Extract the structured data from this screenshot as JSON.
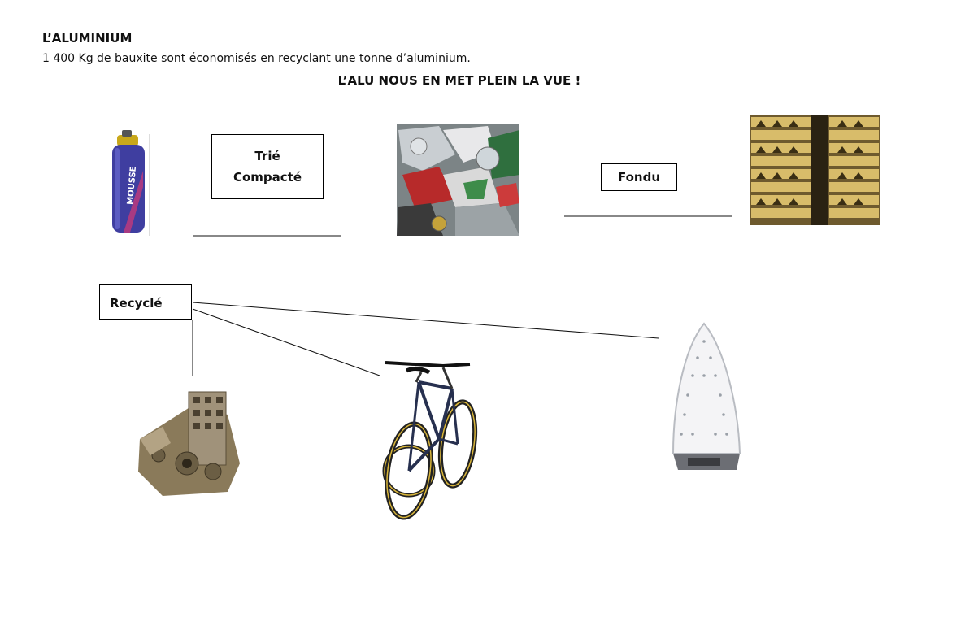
{
  "document": {
    "heading": "L’ALUMINIUM",
    "subtitle": "1 400 Kg de bauxite sont économisés en recyclant une tonne d’aluminium.",
    "slogan": "L’ALU NOUS EN MET PLEIN LA VUE !"
  },
  "steps": {
    "sorted_line1": "Trié",
    "sorted_line2": "Compacté",
    "melted": "Fondu",
    "recycled": "Recyclé"
  },
  "images": [
    "spray-can",
    "compacted-cans",
    "aluminium-ingots",
    "engine-block",
    "bicycle",
    "clothes-iron"
  ],
  "spray_can_text": "MOUSSE",
  "colors": {
    "ink": "#111111",
    "can_blue": "#3f3ea0",
    "ingot_gold": "#b8963e",
    "bike_frame": "#27304f",
    "tire_yellow": "#d8b53a"
  }
}
